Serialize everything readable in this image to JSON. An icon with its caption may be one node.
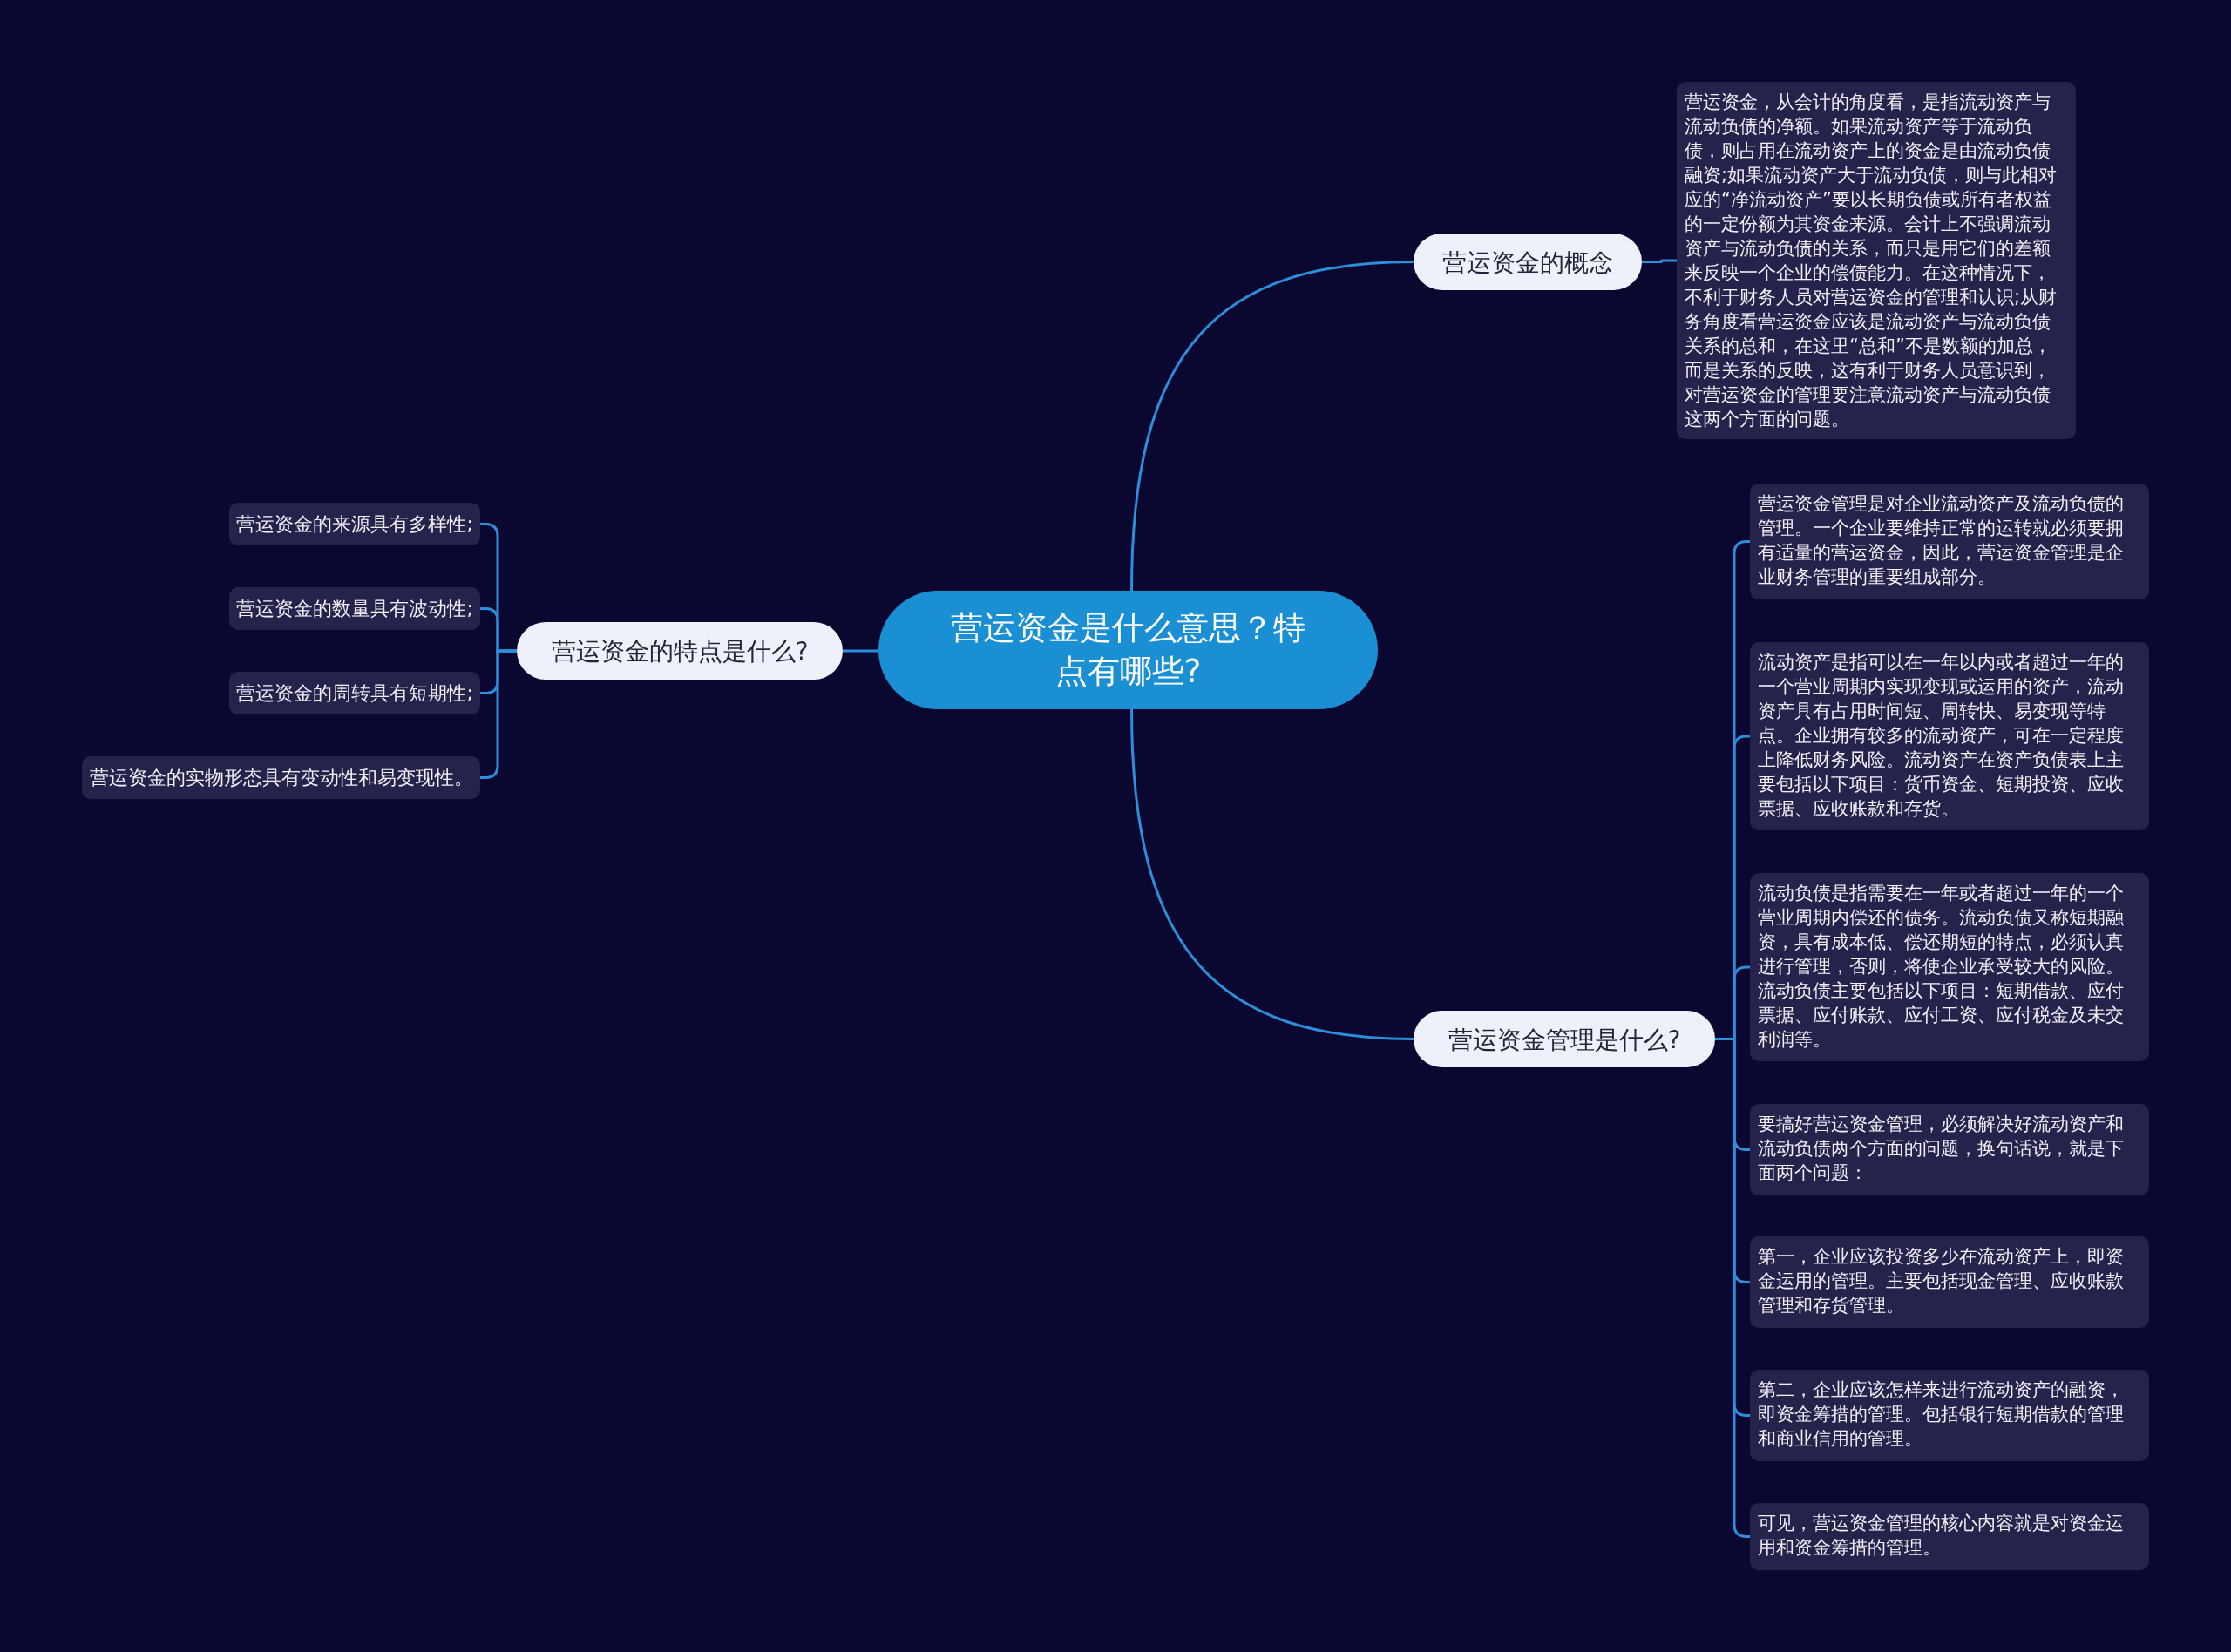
{
  "diagram": {
    "nodes": [
      {
        "text": [
          "营运资金是什么意思？特点有哪些?"
        ]
      },
      {
        "text": [
          "营运资金的概念"
        ]
      },
      {
        "text": [
          "营运资金，从会计的角度看，是指流动资产与流动负债的净额。如果流动资产等于流动负债，则占用在流动资产上的资金是由流动负债融资;如果流动资产大于流动负债，则与此相对应的“净流动资产”要以长期负债或所有者权益的一定份额为其资金来源。会计上不强调流动资产与流动负债的关系，而只是用它们的差额来反映一个企业的偿债能力。在这种情况下，不利于财务人员对营运资金的管理和认识;从财务角度看营运资金应该是流动资产与流动负债关系的总和，在这里“总和”不是数额的加总，而是关系的反映，这有利于财务人员意识到，对营运资金的管理要注意流动资产与流动负债这两个方面的问题。"
        ]
      },
      {
        "text": [
          "营运资金管理是什么?"
        ]
      },
      {
        "text": [
          "营运资金管理是对企业流动资产及流动负债的管理。一个企业要维持正常的运转就必须要拥有适量的营运资金，因此，营运资金管理是企业财务管理的重要组成部分。"
        ]
      },
      {
        "text": [
          "流动资产是指可以在一年以内或者超过一年的一个营业周期内实现变现或运用的资产，流动资产具有占用时间短、周转快、易变现等特点。企业拥有较多的流动资产，可在一定程度上降低财务风险。流动资产在资产负债表上主要包括以下项目：货币资金、短期投资、应收票据、应收账款和存货。"
        ]
      },
      {
        "text": [
          "流动负债是指需要在一年或者超过一年的一个营业周期内偿还的债务。流动负债又称短期融资，具有成本低、偿还期短的特点，必须认真进行管理，否则，将使企业承受较大的风险。流动负债主要包括以下项目：短期借款、应付票据、应付账款、应付工资、应付税金及未交利润等。"
        ]
      },
      {
        "text": [
          "要搞好营运资金管理，必须解决好流动资产和流动负债两个方面的问题，换句话说，就是下面两个问题："
        ]
      },
      {
        "text": [
          "第一，企业应该投资多少在流动资产上，即资金运用的管理。主要包括现金管理、应收账款管理和存货管理。"
        ]
      },
      {
        "text": [
          "第二，企业应该怎样来进行流动资产的融资，即资金筹措的管理。包括银行短期借款的管理和商业信用的管理。"
        ]
      },
      {
        "text": [
          "可见，营运资金管理的核心内容就是对资金运用和资金筹措的管理。"
        ]
      },
      {
        "text": [
          "营运资金的特点是什么?"
        ]
      },
      {
        "text": [
          "营运资金的来源具有多样性;"
        ]
      },
      {
        "text": [
          "营运资金的数量具有波动性;"
        ]
      },
      {
        "text": [
          "营运资金的周转具有短期性;"
        ]
      },
      {
        "text": [
          "营运资金的实物形态具有变动性和易变现性。"
        ]
      }
    ],
    "edges": [
      {
        "from": 0,
        "to": 1,
        "arrow": "none"
      },
      {
        "from": 1,
        "to": 2,
        "arrow": "none"
      },
      {
        "from": 0,
        "to": 3,
        "arrow": "none"
      },
      {
        "from": 3,
        "to": 4,
        "arrow": "none"
      },
      {
        "from": 3,
        "to": 5,
        "arrow": "none"
      },
      {
        "from": 3,
        "to": 6,
        "arrow": "none"
      },
      {
        "from": 3,
        "to": 7,
        "arrow": "none"
      },
      {
        "from": 3,
        "to": 8,
        "arrow": "none"
      },
      {
        "from": 3,
        "to": 9,
        "arrow": "none"
      },
      {
        "from": 3,
        "to": 10,
        "arrow": "none"
      },
      {
        "from": 0,
        "to": 11,
        "arrow": "none"
      },
      {
        "from": 11,
        "to": 12,
        "arrow": "none"
      },
      {
        "from": 11,
        "to": 13,
        "arrow": "none"
      },
      {
        "from": 11,
        "to": 14,
        "arrow": "none"
      },
      {
        "from": 11,
        "to": 15,
        "arrow": "none"
      }
    ]
  }
}
